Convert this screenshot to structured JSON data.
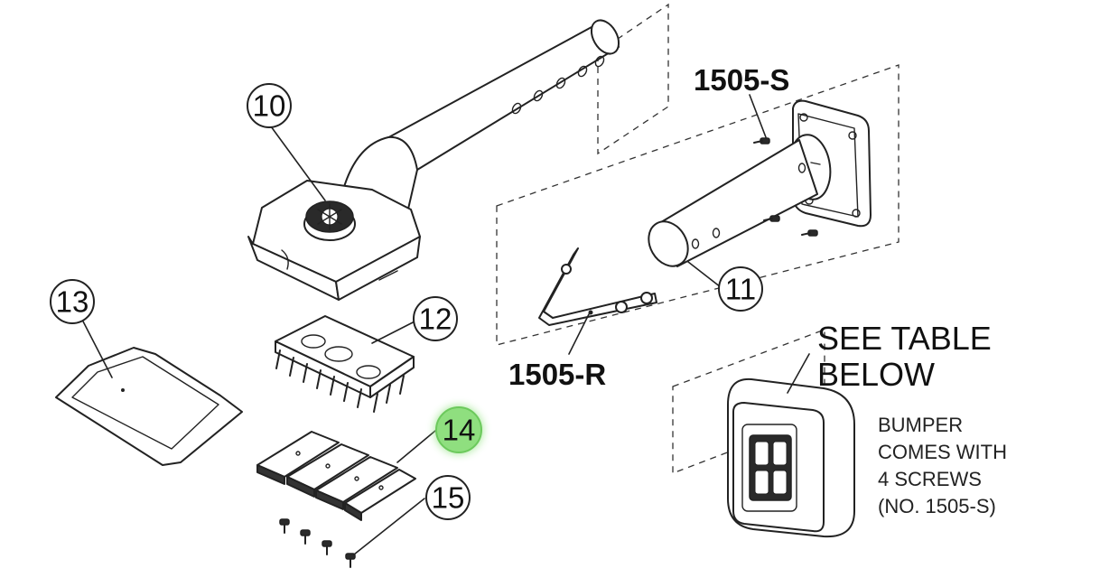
{
  "callouts": {
    "c10": "10",
    "c11": "11",
    "c12": "12",
    "c13": "13",
    "c14": "14",
    "c15": "15"
  },
  "labels": {
    "screw": "1505-S",
    "rod": "1505-R",
    "see_table_line1": "SEE TABLE",
    "see_table_line2": "BELOW"
  },
  "note": {
    "line1": "BUMPER",
    "line2": "COMES WITH",
    "line3": "4 SCREWS",
    "line4": "(NO. 1505-S)"
  },
  "highlighted_callout": "14",
  "colors": {
    "highlight": "#8fdf7f",
    "line": "#222222"
  }
}
